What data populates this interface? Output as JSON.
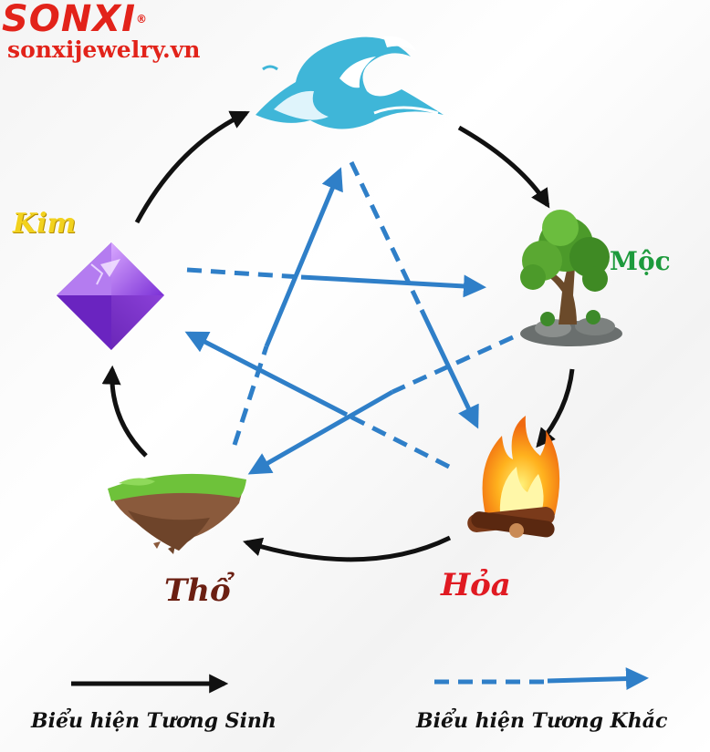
{
  "brand": {
    "logo": "SONXI",
    "registered": "®",
    "url": "sonxijewelry.vn"
  },
  "elements": {
    "kim": "Kim",
    "moc": "Mộc",
    "tho": "Thổ",
    "hoa": "Hỏa"
  },
  "legend": {
    "sinh": "Biểu hiện Tương Sinh",
    "khac": "Biểu hiện Tương Khắc"
  },
  "colors": {
    "generating_arrow": "#111111",
    "overcoming_arrow": "#2f7fc8",
    "kim": "#f2d21e",
    "moc": "#1d9a3c",
    "tho": "#6b1f12",
    "hoa": "#e01a22",
    "brand": "#e2231a"
  },
  "icons": {
    "thuy": "water-wave-icon",
    "moc": "tree-icon",
    "hoa": "campfire-icon",
    "tho": "floating-island-icon",
    "kim": "purple-crystal-icon"
  }
}
